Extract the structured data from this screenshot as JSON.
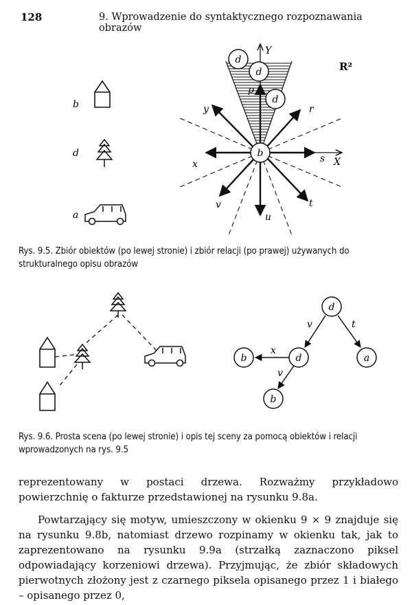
{
  "header": {
    "page_number": "128",
    "running_title": "9. Wprowadzenie do syntaktycznego rozpoznawania obrazów"
  },
  "fig95": {
    "objects": [
      {
        "label": "b",
        "icon": "house-icon"
      },
      {
        "label": "d",
        "icon": "tree-icon"
      },
      {
        "label": "a",
        "icon": "car-icon"
      }
    ],
    "space_label": "R²",
    "axis_x": "X",
    "axis_y": "Y",
    "center_node": "b",
    "cone_nodes": [
      "d",
      "d",
      "d"
    ],
    "cone_label": "p",
    "relations": [
      "r",
      "s",
      "t",
      "u",
      "v",
      "x",
      "y"
    ],
    "caption": "Rys. 9.5. Zbiór obiektów (po lewej stronie) i zbiór relacji (po prawej) używanych do strukturalnego opisu obrazów"
  },
  "fig96": {
    "tree_nodes": [
      "d",
      "d",
      "a",
      "b",
      "b"
    ],
    "edge_labels": [
      "v",
      "t",
      "x",
      "v"
    ],
    "caption": "Rys. 9.6. Prosta scena (po lewej stronie) i opis tej sceny za pomocą obiektów i relacji wprowadzonych na rys. 9.5"
  },
  "body": {
    "paragraph1": "reprezentowany w postaci drzewa. Rozważmy przykładowo powierzchnię o fakturze przedstawionej na rysunku 9.8a.",
    "paragraph2": "Powtarzający się motyw, umieszczony w okienku 9 × 9 znajduje się na rysunku 9.8b, natomiast drzewo rozpinamy w okienku tak, jak to zaprezentowano na rysunku 9.9a (strzałką zaznaczono piksel odpowiadający korzeniowi drzewa). Przyjmując, że zbiór składowych pierwotnych złożony jest z czarnego piksela opisanego przez 1 i białego – opisanego przez 0,"
  }
}
